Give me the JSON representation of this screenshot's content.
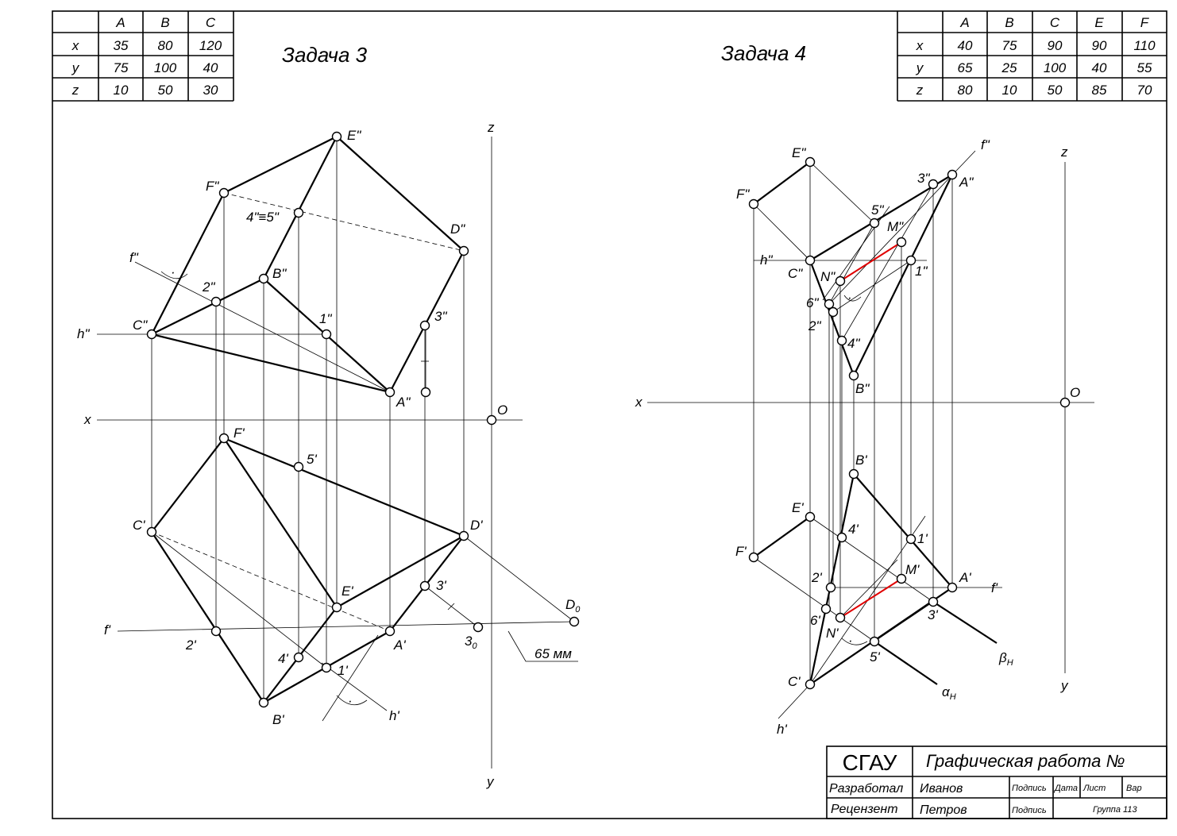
{
  "task3": {
    "title": "Задача 3",
    "table": {
      "headers": [
        "A",
        "B",
        "C"
      ],
      "rows": [
        {
          "label": "x",
          "values": [
            "35",
            "80",
            "120"
          ]
        },
        {
          "label": "y",
          "values": [
            "75",
            "100",
            "40"
          ]
        },
        {
          "label": "z",
          "values": [
            "10",
            "50",
            "30"
          ]
        }
      ]
    },
    "labels": {
      "z": "z",
      "x": "x",
      "y": "y",
      "O": "O",
      "E2": "E\"",
      "F2": "F\"",
      "D2": "D\"",
      "C2": "C\"",
      "B2": "B\"",
      "A2": "A\"",
      "pt45": "4\"≡5\"",
      "p2_2": "2\"",
      "p1_2": "1\"",
      "p3_2": "3\"",
      "f2": "f\"",
      "h2": "h\"",
      "F1": "F'",
      "p5_1": "5'",
      "C1": "C'",
      "D1": "D'",
      "E1": "E'",
      "p3_1": "3'",
      "D0": "D",
      "D0sub": "0",
      "f1": "f'",
      "p2_1": "2'",
      "A1": "A'",
      "p30": "3",
      "p30sub": "0",
      "dim": "65 мм",
      "p4_1": "4'",
      "p1_1": "1'",
      "B1": "B'",
      "h1": "h'",
      "dot": "·"
    }
  },
  "task4": {
    "title": "Задача 4",
    "table": {
      "headers": [
        "A",
        "B",
        "C",
        "E",
        "F"
      ],
      "rows": [
        {
          "label": "x",
          "values": [
            "40",
            "75",
            "90",
            "90",
            "110"
          ]
        },
        {
          "label": "y",
          "values": [
            "65",
            "25",
            "100",
            "40",
            "55"
          ]
        },
        {
          "label": "z",
          "values": [
            "80",
            "10",
            "50",
            "85",
            "70"
          ]
        }
      ]
    },
    "labels": {
      "z": "z",
      "x": "x",
      "y": "y",
      "O": "O",
      "f2": "f\"",
      "E2": "E\"",
      "p3_2": "3\"",
      "A2": "A\"",
      "F2": "F\"",
      "p5_2": "5\"",
      "M2": "M\"",
      "h2": "h\"",
      "C2": "C\"",
      "N2": "N\"",
      "p1_2": "1\"",
      "p6_2": "6\"",
      "p2_2": "2\"",
      "p4_2": "4\"",
      "B2": "B\"",
      "B1": "B'",
      "E1": "E'",
      "p4_1": "4'",
      "p1_1": "1'",
      "F1": "F'",
      "M1": "M'",
      "p2_1": "2'",
      "A1": "A'",
      "f1": "f'",
      "p6_1": "6'",
      "p3_1": "3'",
      "N1": "N'",
      "p5_1": "5'",
      "betaH": "β",
      "betaHsub": "H",
      "C1": "C'",
      "alphaH": "α",
      "alphaHsub": "H",
      "h1": "h'",
      "dot": "·"
    }
  },
  "title_block": {
    "org": "СГАУ",
    "work_title": "Графическая работа №",
    "role_developer": "Разработал",
    "developer": "Иванов",
    "role_reviewer": "Рецензент",
    "reviewer": "Петров",
    "sign1": "Подпись",
    "date": "Дата",
    "sheet": "Лист",
    "var": "Вар",
    "sign2": "Подпись",
    "group": "Группа 113"
  },
  "colors": {
    "ink": "#000000",
    "accent": "#e00000",
    "paper": "#ffffff"
  }
}
